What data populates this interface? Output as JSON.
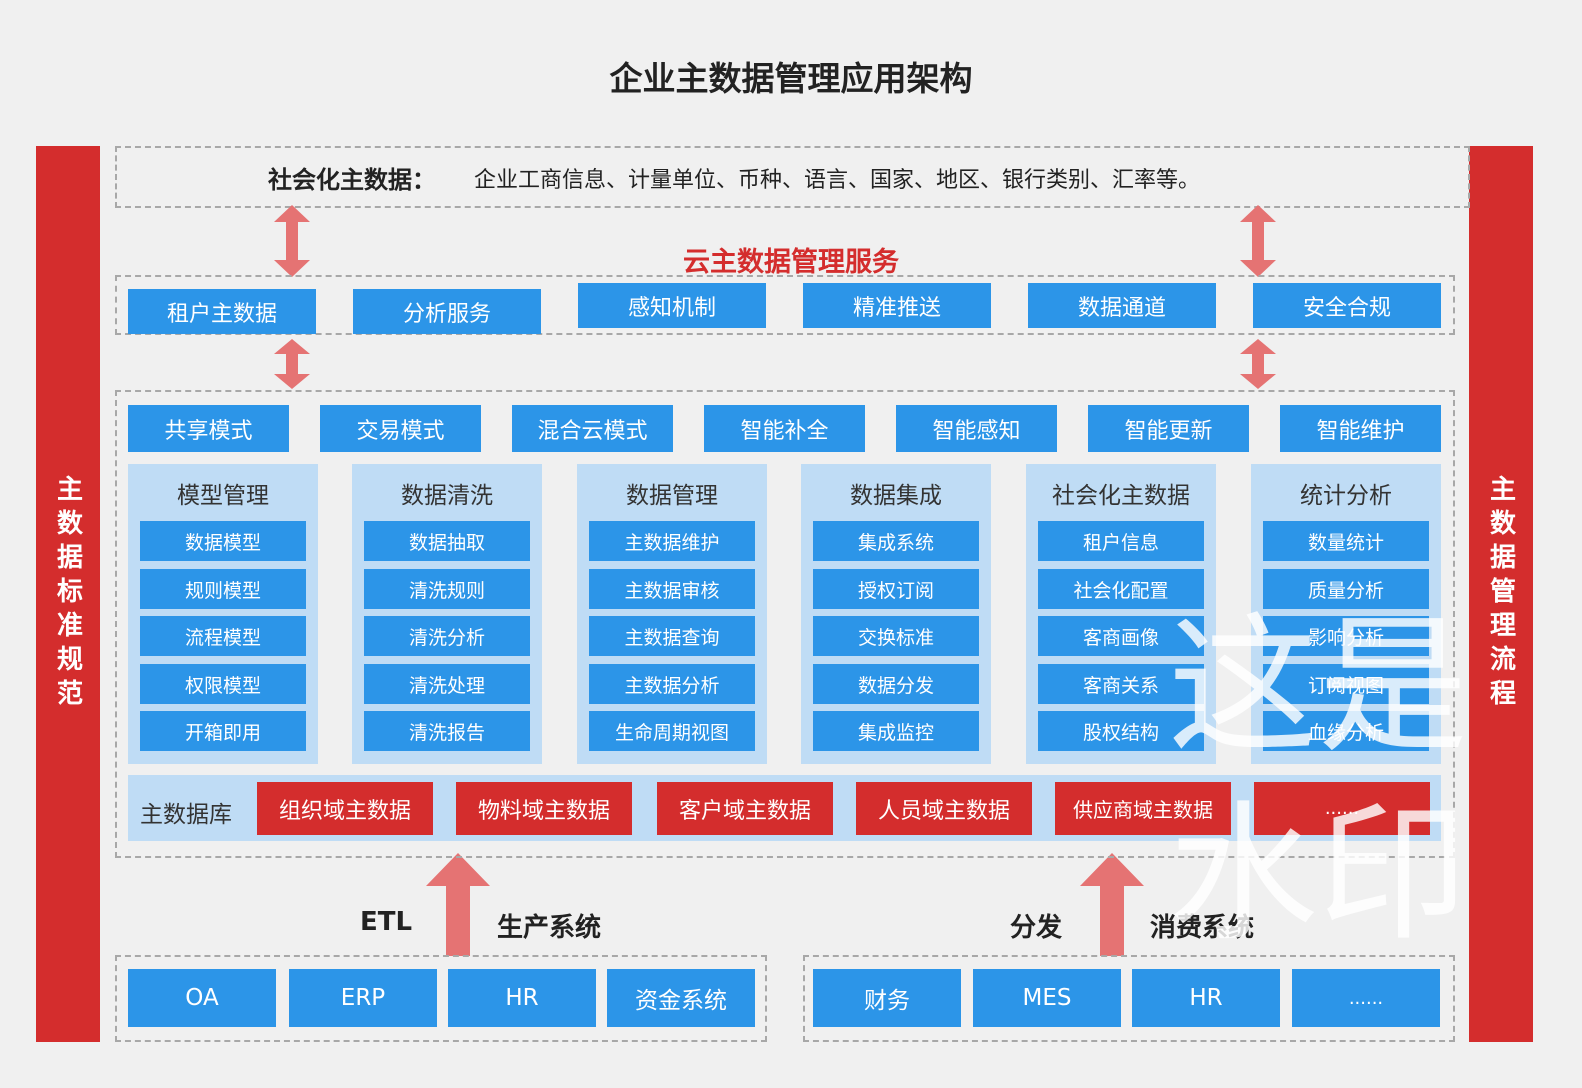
{
  "title": "企业主数据管理应用架构",
  "left_sidebar": "主数据标准规范",
  "right_sidebar": "主数据管理流程",
  "social": {
    "label": "社会化主数据：",
    "text": "企业工商信息、计量单位、币种、语言、国家、地区、银行类别、汇率等。"
  },
  "cloud": {
    "title": "云主数据管理服务",
    "services": [
      "租户主数据",
      "分析服务",
      "感知机制",
      "精准推送",
      "数据通道",
      "安全合规"
    ]
  },
  "modes": [
    "共享模式",
    "交易模式",
    "混合云模式",
    "智能补全",
    "智能感知",
    "智能更新",
    "智能维护"
  ],
  "panels": [
    {
      "title": "模型管理",
      "items": [
        "数据模型",
        "规则模型",
        "流程模型",
        "权限模型",
        "开箱即用"
      ]
    },
    {
      "title": "数据清洗",
      "items": [
        "数据抽取",
        "清洗规则",
        "清洗分析",
        "清洗处理",
        "清洗报告"
      ]
    },
    {
      "title": "数据管理",
      "items": [
        "主数据维护",
        "主数据审核",
        "主数据查询",
        "主数据分析",
        "生命周期视图"
      ]
    },
    {
      "title": "数据集成",
      "items": [
        "集成系统",
        "授权订阅",
        "交换标准",
        "数据分发",
        "集成监控"
      ]
    },
    {
      "title": "社会化主数据",
      "items": [
        "租户信息",
        "社会化配置",
        "客商画像",
        "客商关系",
        "股权结构"
      ]
    },
    {
      "title": "统计分析",
      "items": [
        "数量统计",
        "质量分析",
        "影响分析",
        "订阅视图",
        "血缘分析"
      ]
    }
  ],
  "masterdb": {
    "label": "主数据库",
    "items": [
      "组织域主数据",
      "物料域主数据",
      "客户域主数据",
      "人员域主数据",
      "供应商域主数据",
      "......"
    ]
  },
  "left_flow": {
    "etl": "ETL",
    "label": "生产系统",
    "systems": [
      "OA",
      "ERP",
      "HR",
      "资金系统"
    ]
  },
  "right_flow": {
    "label_a": "分发",
    "label_b": "消费系统",
    "systems": [
      "财务",
      "MES",
      "HR",
      "......"
    ]
  },
  "watermark": {
    "line1": "这是",
    "line2": "水印"
  },
  "colors": {
    "blue": "#2c95e8",
    "red": "#d42d2d",
    "panel": "#bfdcf5",
    "arrow": "#e57373",
    "background": "#f0f0f0"
  }
}
